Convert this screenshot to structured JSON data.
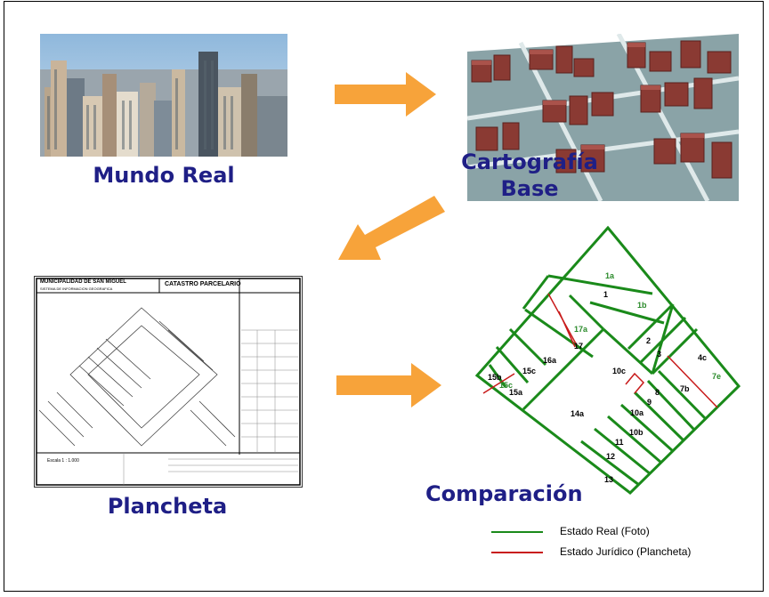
{
  "labels": {
    "mundo_real": "Mundo Real",
    "cartografia_line1": "Cartografía",
    "cartografia_line2": "Base",
    "plancheta": "Plancheta",
    "comparacion": "Comparación"
  },
  "plancheta_sheet": {
    "header_left": "MUNICIPALIDAD DE SAN MIGUEL",
    "header_sub": "SISTEMA DE INFORMACION GEOGRAFICA",
    "header_right": "CATASTRO PARCELARIO",
    "scale": "Escala 1 : 1.000"
  },
  "parcels": [
    "1a",
    "1",
    "1b",
    "17a",
    "17",
    "2",
    "3",
    "4c",
    "7e",
    "16a",
    "15c",
    "15b",
    "15a",
    "10c",
    "8",
    "7b",
    "9",
    "10a",
    "14a",
    "10b",
    "11",
    "12",
    "13"
  ],
  "legend": [
    {
      "label": "Estado Real (Foto)",
      "color": "#1a8a1a"
    },
    {
      "label": "Estado Jurídico (Plancheta)",
      "color": "#c81a1a"
    }
  ],
  "colors": {
    "title": "#1f1f86",
    "arrow": "#f7a33a",
    "parcel_green": "#1a8a1a",
    "parcel_red": "#c81a1a"
  }
}
